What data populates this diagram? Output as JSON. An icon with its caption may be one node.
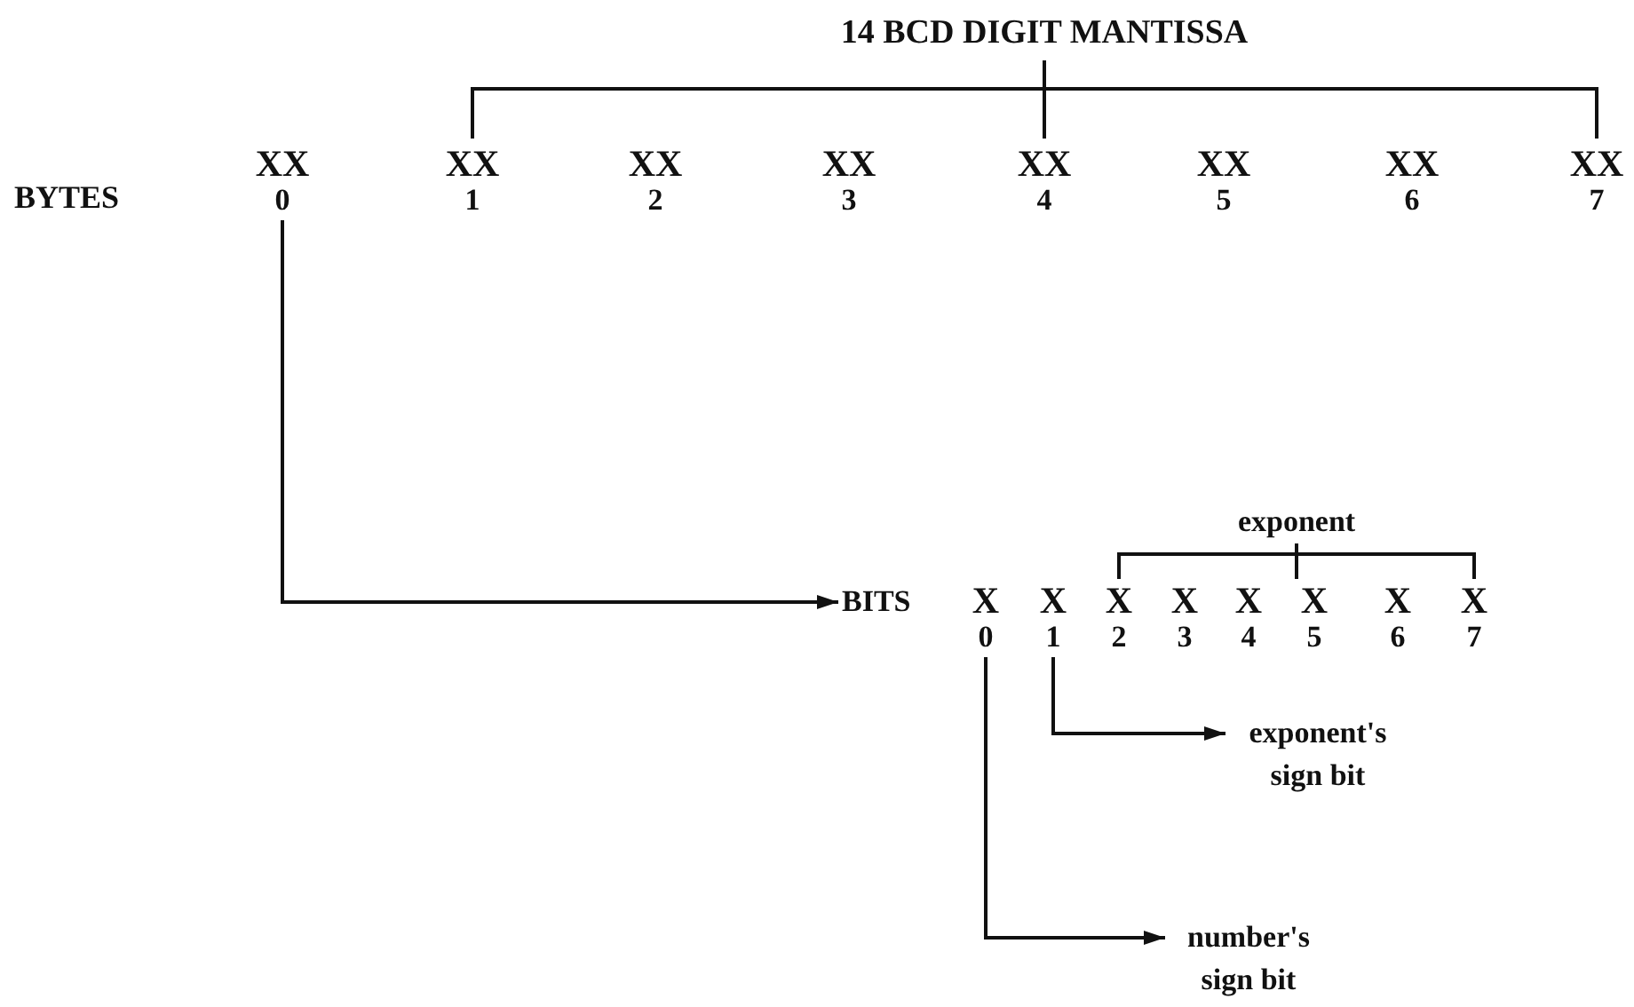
{
  "diagram": {
    "nodes": [
      {
        "text": [
          "XX",
          "0"
        ]
      },
      {
        "text": [
          "BITS"
        ]
      },
      {
        "text": [
          "X",
          "0"
        ]
      },
      {
        "text": [
          "X",
          "1"
        ]
      },
      {
        "text": [
          "exponent's sign bit"
        ]
      },
      {
        "text": [
          "number's sign bit"
        ]
      }
    ],
    "edges": [
      {
        "from": 0,
        "to": 1,
        "arrow": "to"
      },
      {
        "from": 3,
        "to": 4,
        "arrow": "to"
      },
      {
        "from": 2,
        "to": 5,
        "arrow": "to"
      }
    ],
    "labels": [
      "14 BCD DIGIT MANTISSA",
      "BYTES",
      "XX",
      "1",
      "XX",
      "2",
      "XX",
      "3",
      "XX",
      "4",
      "XX",
      "5",
      "XX",
      "6",
      "XX",
      "7",
      "exponent",
      "X",
      "2",
      "X",
      "3",
      "X",
      "4",
      "X",
      "5",
      "X",
      "6",
      "X",
      "7"
    ]
  }
}
